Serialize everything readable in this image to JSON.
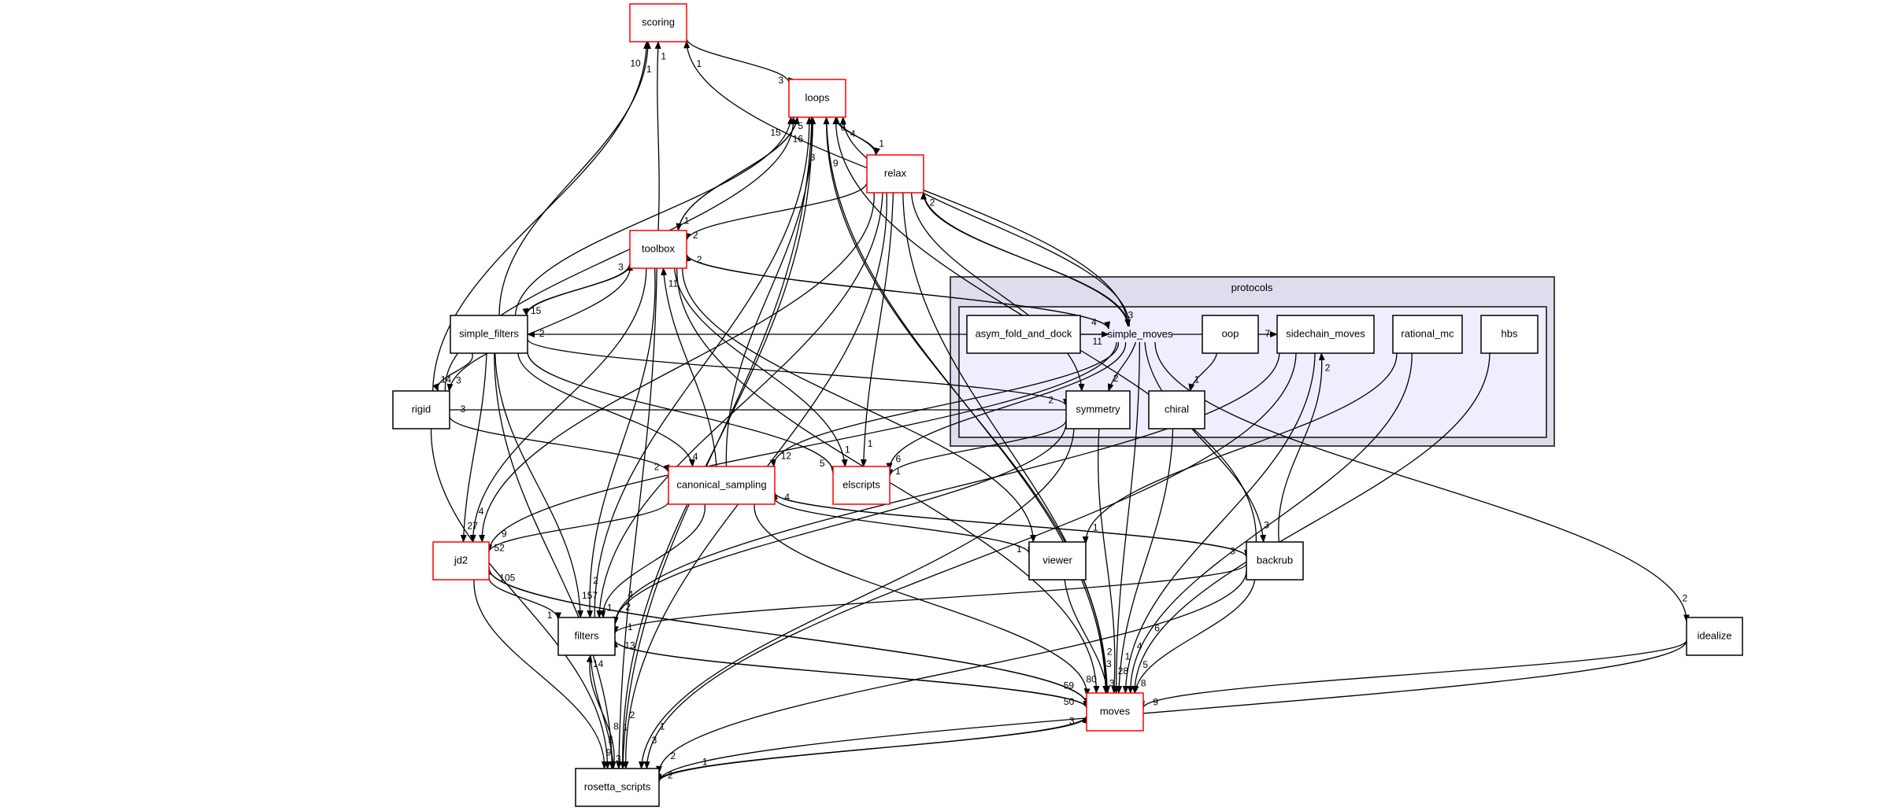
{
  "cluster": {
    "label": "protocols",
    "inner_label": "simple_moves"
  },
  "colors": {
    "highlight_border": "#ff0000",
    "normal_border": "#000000",
    "cluster_outer": "#ddddee",
    "cluster_inner": "#eeeeff"
  },
  "nodes": [
    {
      "id": "scoring",
      "label": "scoring",
      "highlight": true
    },
    {
      "id": "loops",
      "label": "loops",
      "highlight": true
    },
    {
      "id": "relax",
      "label": "relax",
      "highlight": true
    },
    {
      "id": "toolbox",
      "label": "toolbox",
      "highlight": true
    },
    {
      "id": "simple_filters",
      "label": "simple_filters",
      "highlight": false
    },
    {
      "id": "rigid",
      "label": "rigid",
      "highlight": false
    },
    {
      "id": "canonical_sampling",
      "label": "canonical_sampling",
      "highlight": true
    },
    {
      "id": "elscripts",
      "label": "elscripts",
      "highlight": true
    },
    {
      "id": "jd2",
      "label": "jd2",
      "highlight": true
    },
    {
      "id": "filters",
      "label": "filters",
      "highlight": false
    },
    {
      "id": "viewer",
      "label": "viewer",
      "highlight": false
    },
    {
      "id": "backrub",
      "label": "backrub",
      "highlight": false
    },
    {
      "id": "idealize",
      "label": "idealize",
      "highlight": false
    },
    {
      "id": "moves",
      "label": "moves",
      "highlight": true
    },
    {
      "id": "rosetta_scripts",
      "label": "rosetta_scripts",
      "highlight": false
    },
    {
      "id": "asym_fold_and_dock",
      "label": "asym_fold_and_dock",
      "highlight": false
    },
    {
      "id": "oop",
      "label": "oop",
      "highlight": false
    },
    {
      "id": "sidechain_moves",
      "label": "sidechain_moves",
      "highlight": false
    },
    {
      "id": "rational_mc",
      "label": "rational_mc",
      "highlight": false
    },
    {
      "id": "hbs",
      "label": "hbs",
      "highlight": false
    },
    {
      "id": "symmetry",
      "label": "symmetry",
      "highlight": false
    },
    {
      "id": "chiral",
      "label": "chiral",
      "highlight": false
    }
  ],
  "edges": [
    {
      "from": "scoring",
      "to": "loops",
      "label": "3"
    },
    {
      "from": "loops",
      "to": "relax",
      "label": "1"
    },
    {
      "from": "relax",
      "to": "loops",
      "label": "6"
    },
    {
      "from": "toolbox",
      "to": "scoring",
      "label": "1"
    },
    {
      "from": "toolbox",
      "to": "loops",
      "label": "5"
    },
    {
      "from": "loops",
      "to": "toolbox",
      "label": "1"
    },
    {
      "from": "relax",
      "to": "toolbox",
      "label": "2"
    },
    {
      "from": "simple_filters",
      "to": "scoring",
      "label": "10"
    },
    {
      "from": "rigid",
      "to": "scoring",
      "label": "1"
    },
    {
      "from": "simple_filters",
      "to": "loops",
      "label": "15"
    },
    {
      "from": "rigid",
      "to": "loops",
      "label": "16"
    },
    {
      "from": "filters",
      "to": "loops",
      "label": "3"
    },
    {
      "from": "simple_moves",
      "to": "loops",
      "label": "4"
    },
    {
      "from": "moves",
      "to": "loops",
      "label": "9"
    },
    {
      "from": "backrub",
      "to": "loops",
      "label": ""
    },
    {
      "from": "rosetta_scripts",
      "to": "loops",
      "label": ""
    },
    {
      "from": "simple_moves",
      "to": "scoring",
      "label": "1"
    },
    {
      "from": "simple_moves",
      "to": "relax",
      "label": "2"
    },
    {
      "from": "relax",
      "to": "simple_moves",
      "label": "3"
    },
    {
      "from": "toolbox",
      "to": "simple_moves",
      "label": "4"
    },
    {
      "from": "simple_moves",
      "to": "toolbox",
      "label": "2"
    },
    {
      "from": "simple_moves",
      "to": "simple_filters",
      "label": "2"
    },
    {
      "from": "simple_filters",
      "to": "toolbox",
      "label": "3"
    },
    {
      "from": "toolbox",
      "to": "simple_filters",
      "label": "15"
    },
    {
      "from": "simple_filters",
      "to": "rigid",
      "label": "14"
    },
    {
      "from": "toolbox",
      "to": "rigid",
      "label": "3"
    },
    {
      "from": "simple_filters",
      "to": "jd2",
      "label": "27"
    },
    {
      "from": "toolbox",
      "to": "jd2",
      "label": "4"
    },
    {
      "from": "simple_filters",
      "to": "canonical_sampling",
      "label": "4"
    },
    {
      "from": "rigid",
      "to": "canonical_sampling",
      "label": "2"
    },
    {
      "from": "canonical_sampling",
      "to": "toolbox",
      "label": "11"
    },
    {
      "from": "canonical_sampling",
      "to": "loops",
      "label": ""
    },
    {
      "from": "simple_filters",
      "to": "symmetry",
      "label": "2"
    },
    {
      "from": "relax",
      "to": "symmetry",
      "label": ""
    },
    {
      "from": "symmetry",
      "to": "rigid",
      "label": "3"
    },
    {
      "from": "simple_moves",
      "to": "symmetry",
      "label": "2"
    },
    {
      "from": "oop",
      "to": "chiral",
      "label": "1"
    },
    {
      "from": "asym_fold_and_dock",
      "to": "simple_moves",
      "label": "11"
    },
    {
      "from": "simple_moves",
      "to": "sidechain_moves",
      "label": "7"
    },
    {
      "from": "toolbox",
      "to": "elscripts",
      "label": "1"
    },
    {
      "from": "simple_filters",
      "to": "elscripts",
      "label": "5"
    },
    {
      "from": "relax",
      "to": "elscripts",
      "label": "1"
    },
    {
      "from": "symmetry",
      "to": "elscripts",
      "label": "1"
    },
    {
      "from": "simple_moves",
      "to": "elscripts",
      "label": "6"
    },
    {
      "from": "simple_moves",
      "to": "canonical_sampling",
      "label": "12"
    },
    {
      "from": "canonical_sampling",
      "to": "viewer",
      "label": "1"
    },
    {
      "from": "canonical_sampling",
      "to": "backrub",
      "label": "3"
    },
    {
      "from": "backrub",
      "to": "canonical_sampling",
      "label": "4"
    },
    {
      "from": "canonical_sampling",
      "to": "jd2",
      "label": "52"
    },
    {
      "from": "canonical_sampling",
      "to": "filters",
      "label": "1"
    },
    {
      "from": "canonical_sampling",
      "to": "moves",
      "label": "80"
    },
    {
      "from": "simple_moves",
      "to": "jd2",
      "label": "9"
    },
    {
      "from": "jd2",
      "to": "filters",
      "label": "1"
    },
    {
      "from": "simple_filters",
      "to": "filters",
      "label": "157"
    },
    {
      "from": "toolbox",
      "to": "filters",
      "label": "2"
    },
    {
      "from": "symmetry",
      "to": "filters",
      "label": "2"
    },
    {
      "from": "sidechain_moves",
      "to": "filters",
      "label": "4"
    },
    {
      "from": "moves",
      "to": "filters",
      "label": "13"
    },
    {
      "from": "filters",
      "to": "moves",
      "label": "50"
    },
    {
      "from": "moves",
      "to": "jd2",
      "label": "105"
    },
    {
      "from": "jd2",
      "to": "moves",
      "label": "59"
    },
    {
      "from": "jd2",
      "to": "rosetta_scripts",
      "label": "9"
    },
    {
      "from": "rigid",
      "to": "rosetta_scripts",
      "label": "5"
    },
    {
      "from": "filters",
      "to": "rosetta_scripts",
      "label": "3"
    },
    {
      "from": "rosetta_scripts",
      "to": "filters",
      "label": "14"
    },
    {
      "from": "symmetry",
      "to": "rosetta_scripts",
      "label": "3"
    },
    {
      "from": "toolbox",
      "to": "rosetta_scripts",
      "label": "1"
    },
    {
      "from": "simple_filters",
      "to": "rosetta_scripts",
      "label": "8"
    },
    {
      "from": "moves",
      "to": "rosetta_scripts",
      "label": "2"
    },
    {
      "from": "rosetta_scripts",
      "to": "moves",
      "label": "3"
    },
    {
      "from": "loops",
      "to": "rosetta_scripts",
      "label": "2"
    },
    {
      "from": "sidechain_moves",
      "to": "rosetta_scripts",
      "label": "1"
    },
    {
      "from": "backrub",
      "to": "rosetta_scripts",
      "label": "2"
    },
    {
      "from": "idealize",
      "to": "rosetta_scripts",
      "label": "1"
    },
    {
      "from": "viewer",
      "to": "moves",
      "label": "3"
    },
    {
      "from": "symmetry",
      "to": "moves",
      "label": "28"
    },
    {
      "from": "chiral",
      "to": "moves",
      "label": "1"
    },
    {
      "from": "simple_moves",
      "to": "moves",
      "label": "3"
    },
    {
      "from": "rational_mc",
      "to": "viewer",
      "label": "1"
    },
    {
      "from": "simple_moves",
      "to": "backrub",
      "label": "3"
    },
    {
      "from": "backrub",
      "to": "sidechain_moves",
      "label": "2"
    },
    {
      "from": "sidechain_moves",
      "to": "moves",
      "label": "4"
    },
    {
      "from": "hbs",
      "to": "moves",
      "label": "5"
    },
    {
      "from": "rational_mc",
      "to": "moves",
      "label": "6"
    },
    {
      "from": "idealize",
      "to": "moves",
      "label": "9"
    },
    {
      "from": "backrub",
      "to": "moves",
      "label": "8"
    },
    {
      "from": "backrub",
      "to": "filters",
      "label": "1"
    },
    {
      "from": "simple_moves",
      "to": "idealize",
      "label": "2"
    },
    {
      "from": "relax",
      "to": "moves",
      "label": "2"
    },
    {
      "from": "relax",
      "to": "jd2",
      "label": ""
    },
    {
      "from": "relax",
      "to": "filters",
      "label": ""
    },
    {
      "from": "toolbox",
      "to": "moves",
      "label": ""
    },
    {
      "from": "toolbox",
      "to": "viewer",
      "label": ""
    },
    {
      "from": "loops",
      "to": "moves",
      "label": ""
    },
    {
      "from": "relax",
      "to": "rosetta_scripts",
      "label": ""
    }
  ]
}
